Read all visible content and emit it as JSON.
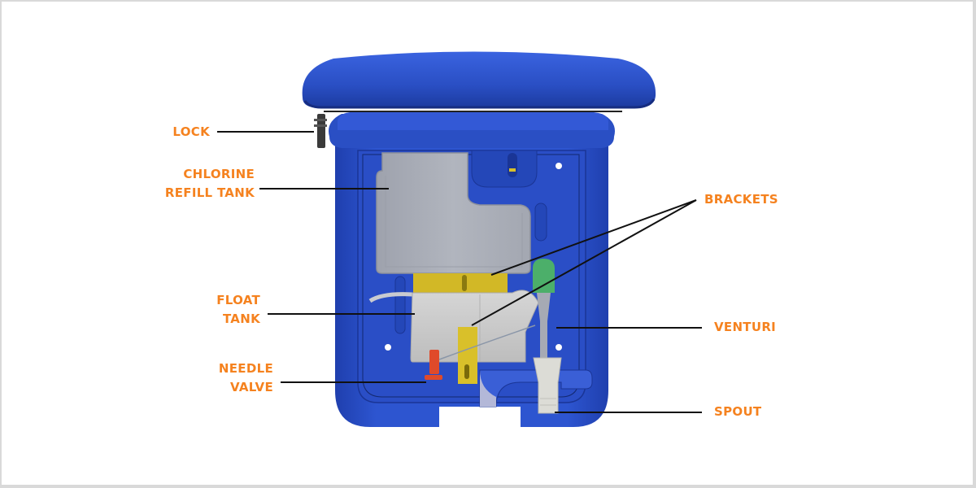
{
  "diagram": {
    "subject": "Chlorine dispenser unit (cutaway)",
    "colors": {
      "label": "#f5821f",
      "leader": "#111111",
      "body_blue": "#2a4fc4",
      "body_blue_dark": "#1a3596",
      "tank_gray": "#a8acb6",
      "float_gray": "#c9c9c9",
      "bracket_yellow": "#d9c02a",
      "venturi_green": "#4caf6a",
      "needle_red": "#e04a2a",
      "frame_border": "#d9d9d9"
    },
    "labels": {
      "lock": [
        "LOCK"
      ],
      "chlorine_refill_tank": [
        "CHLORINE",
        "REFILL TANK"
      ],
      "float_tank": [
        "FLOAT",
        "TANK"
      ],
      "needle_valve": [
        "NEEDLE",
        "VALVE"
      ],
      "brackets": [
        "BRACKETS"
      ],
      "venturi": [
        "VENTURI"
      ],
      "spout": [
        "SPOUT"
      ]
    }
  }
}
